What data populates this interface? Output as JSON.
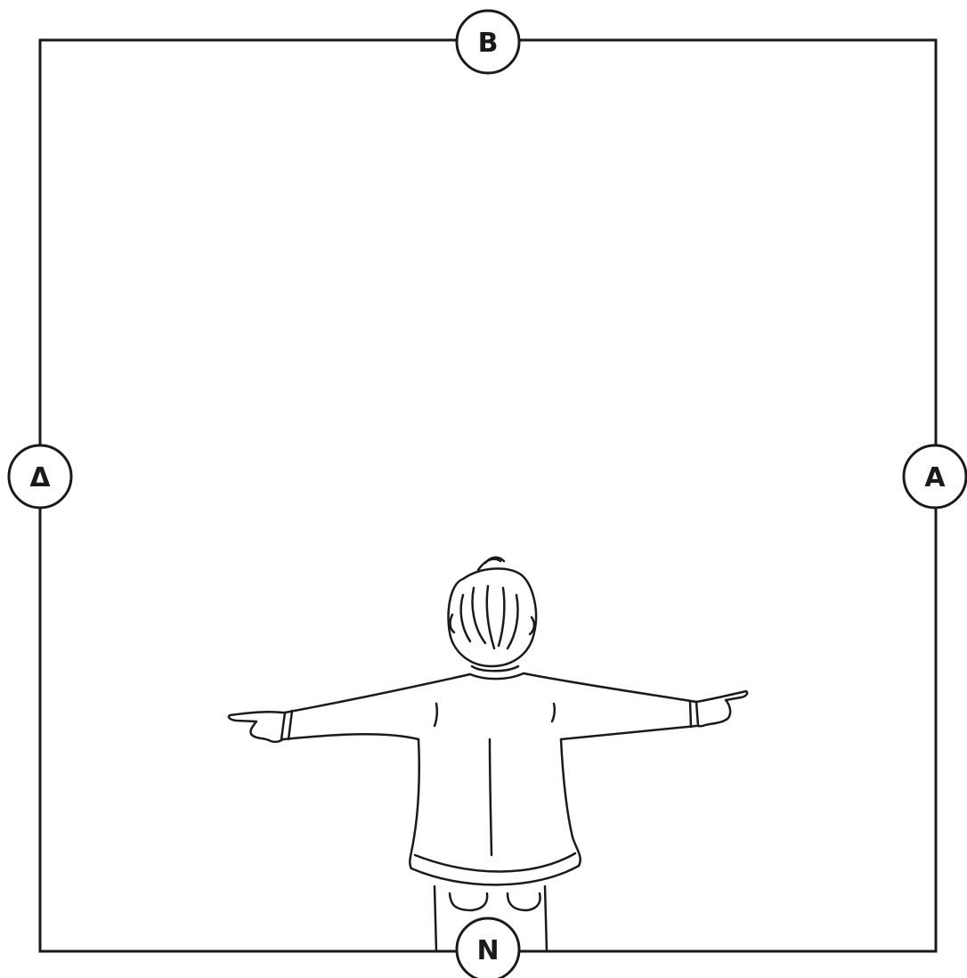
{
  "compass": {
    "top_label": "B",
    "bottom_label": "N",
    "left_label": "Δ",
    "right_label": "A"
  },
  "colors": {
    "line": "#1a1a1a",
    "background": "#ffffff"
  },
  "figure": {
    "icon": "person-back-arms-outstretched"
  }
}
